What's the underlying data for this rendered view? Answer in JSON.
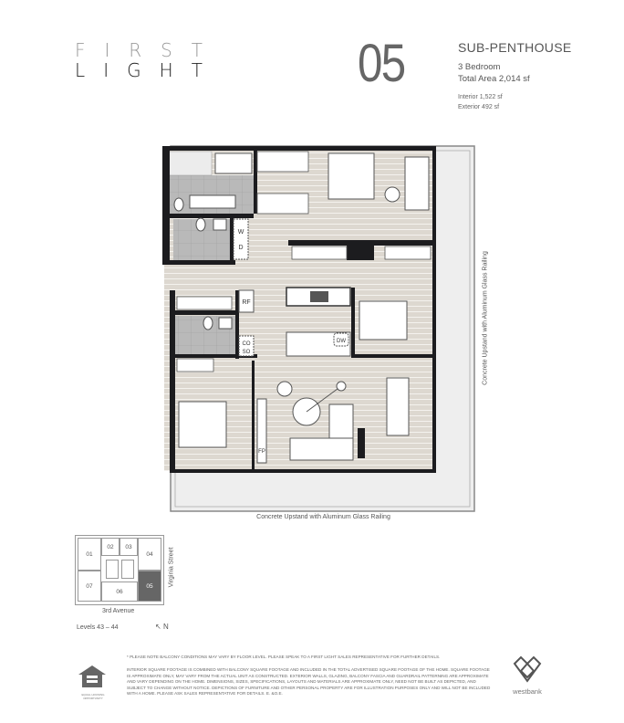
{
  "logo": {
    "line1": [
      "F",
      "I",
      "R",
      "S",
      "T"
    ],
    "line2": [
      "L",
      "I",
      "G",
      "H",
      "T"
    ],
    "text": "FIRST LIGHT"
  },
  "unit": {
    "number": "05",
    "type": "SUB-PENTHOUSE",
    "bedrooms": "3 Bedroom",
    "total_area": "Total Area 2,014 sf",
    "interior": "Interior 1,522 sf",
    "exterior": "Exterior 492 sf"
  },
  "floorplan": {
    "railing_bottom": "Concrete Upstand with Aluminum Glass Railing",
    "railing_right": "Concrete Upstand with Aluminum Glass Railing",
    "appliances": {
      "washer": "W",
      "dryer": "D",
      "fridge": "RF",
      "closet_co": "CO",
      "closet_so": "SO",
      "dishwasher": "DW",
      "fireplace": "FP"
    },
    "colors": {
      "floor": "#ddd8d0",
      "wall": "#1c1c1f",
      "tile": "#b8b8b8",
      "balcony": "#eeeeee"
    }
  },
  "keyplan": {
    "units": [
      "01",
      "02",
      "03",
      "04",
      "05",
      "06",
      "07"
    ],
    "highlight": "05",
    "highlight_color": "#666666",
    "street_right": "Virginia Street",
    "street_bottom": "3rd Avenue"
  },
  "levels": "Levels 43 – 44",
  "north": "N",
  "north_arrow": "↖",
  "notes": {
    "balcony": "* PLEASE NOTE BALCONY CONDITIONS MAY VARY BY FLOOR LEVEL. PLEASE SPEAK TO A FIRST LIGHT SALES REPRESENTATIVE FOR FURTHER DETAILS.",
    "disclaimer": "INTERIOR SQUARE FOOTAGE IS COMBINED WITH BALCONY SQUARE FOOTAGE AND INCLUDED IN THE TOTAL ADVERTISED SQUARE FOOTAGE OF THE HOME. SQUARE FOOTAGE IS APPROXIMATE ONLY, MAY VARY FROM THE ACTUAL UNIT AS CONSTRUCTED. EXTERIOR WALLS, GLAZING, BALCONY FASCIA AND GUARDRAIL PATTERNING ARE APPROXIMATE AND VARY DEPENDING ON THE HOME. DIMENSIONS, SIZES, SPECIFICATIONS, LAYOUTS AND MATERIALS ARE APPROXIMATE ONLY, NEED NOT BE BUILT AS DEPICTED, AND SUBJECT TO CHANGE WITHOUT NOTICE. DEPICTIONS OF FURNITURE AND OTHER PERSONAL PROPERTY ARE FOR ILLUSTRATION PURPOSES ONLY AND WILL NOT BE INCLUDED WITH A HOME. PLEASE ASK SALES REPRESENTATIVE FOR DETAILS. E. &O.E."
  },
  "equal_housing": "EQUAL HOUSING OPPORTUNITY",
  "brand": "westbank"
}
